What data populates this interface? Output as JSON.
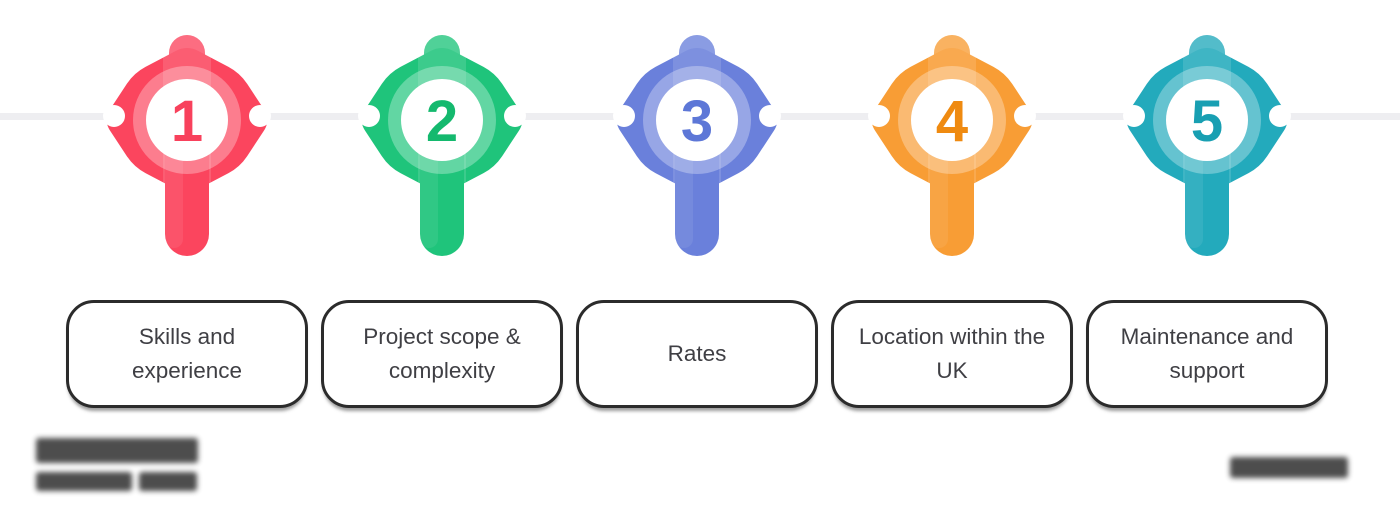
{
  "steps": [
    {
      "number": "1",
      "label": "Skills and experience",
      "color": "#FB455E",
      "number_color": "#F8415C"
    },
    {
      "number": "2",
      "label": "Project scope & complexity",
      "color": "#1FC47B",
      "number_color": "#14B96E"
    },
    {
      "number": "3",
      "label": "Rates",
      "color": "#6A80DB",
      "number_color": "#5D77D7"
    },
    {
      "number": "4",
      "label": "Location within the UK",
      "color": "#F89D35",
      "number_color": "#EF8A10"
    },
    {
      "number": "5",
      "label": "Maintenance and support",
      "color": "#23AABC",
      "number_color": "#189FB2"
    }
  ],
  "timeline": {
    "line_color": "#EEEEF1",
    "dot_color": "#FFFFFF"
  },
  "label_box": {
    "background": "#FFFFFF",
    "border_color": "#2B2B2B",
    "text_color": "#3F3F44"
  },
  "watermark_color": "#3A3A3A"
}
